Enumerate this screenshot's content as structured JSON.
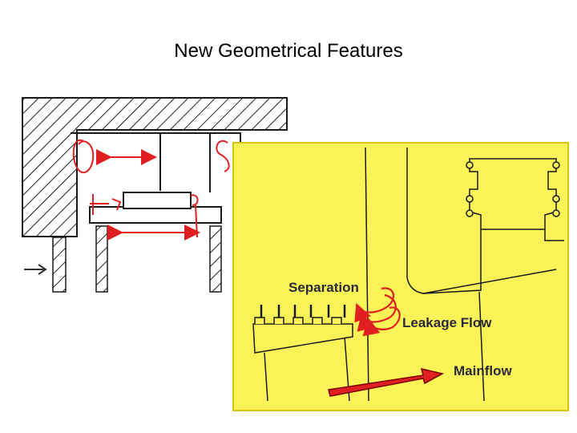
{
  "slide": {
    "title": "New Geometrical Features"
  },
  "diagram": {
    "labels": {
      "separation": "Separation",
      "leakage_flow": "Leakage Flow",
      "mainflow": "Mainflow"
    },
    "colors": {
      "panel_background": "#f9f357",
      "annotation_red": "#e02020",
      "line": "#1a1a1a"
    }
  }
}
